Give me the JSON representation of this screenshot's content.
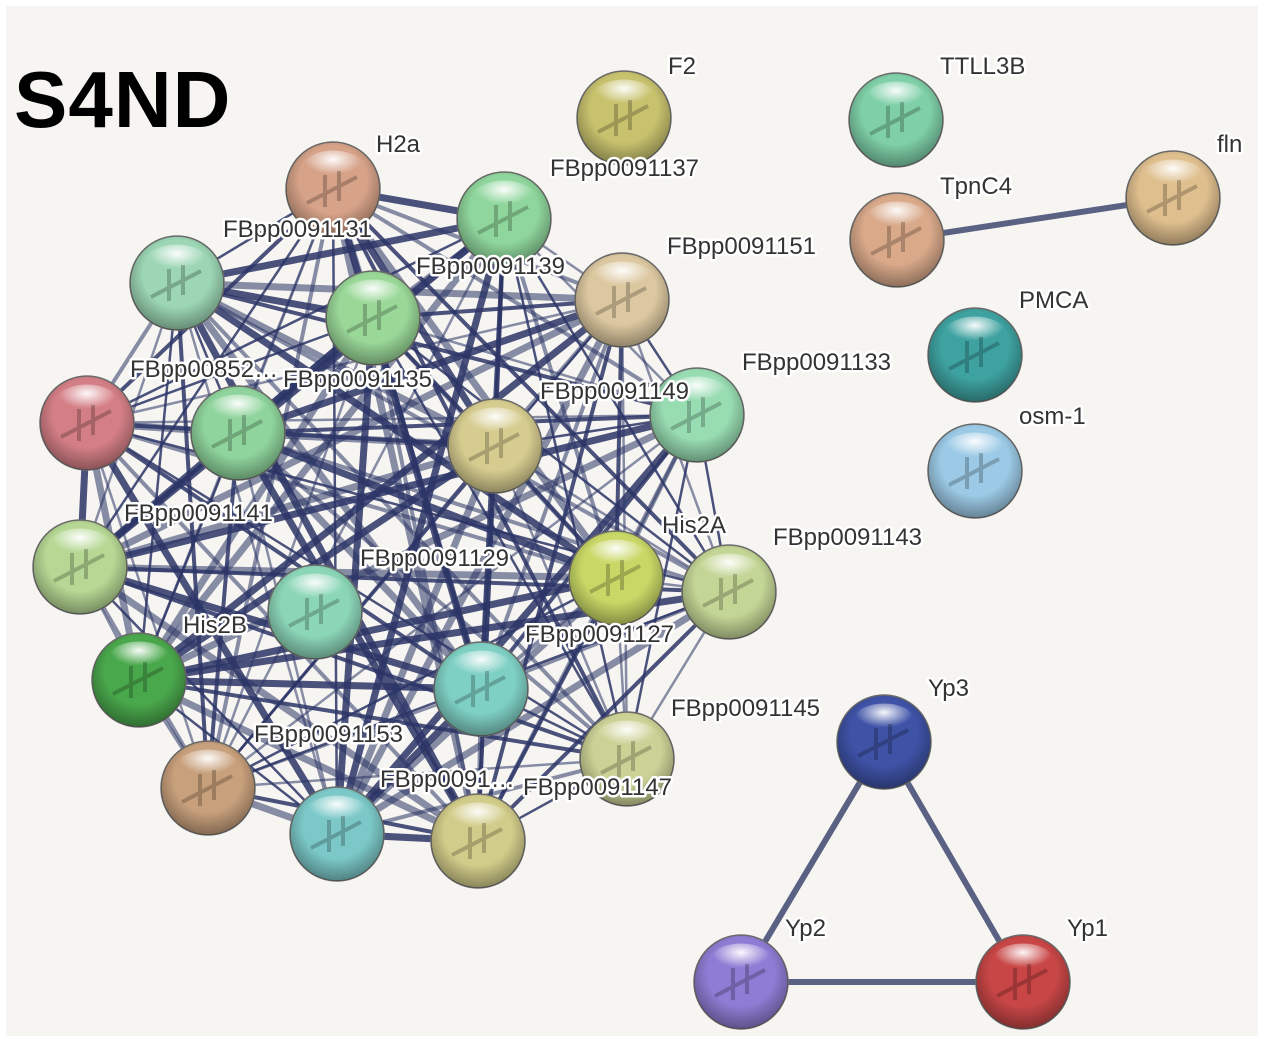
{
  "figure": {
    "panel_label": "S4ND"
  },
  "network": {
    "nodes": [
      {
        "id": "F2",
        "label": "F2",
        "color": "#c8c26e"
      },
      {
        "id": "FBpp0091137",
        "label": "FBpp0091137",
        "color": "#c8c26e"
      },
      {
        "id": "TTLL3B",
        "label": "TTLL3B",
        "color": "#7fd0a8"
      },
      {
        "id": "fln",
        "label": "fln",
        "color": "#dfbf8e"
      },
      {
        "id": "TpnC4",
        "label": "TpnC4",
        "color": "#d9a98a"
      },
      {
        "id": "FBpp0091151",
        "label": "FBpp0091151",
        "color": "#d9a98a"
      },
      {
        "id": "PMCA",
        "label": "PMCA",
        "color": "#3ea2a0"
      },
      {
        "id": "FBpp0091133",
        "label": "FBpp0091133",
        "color": "#3ea2a0"
      },
      {
        "id": "osm-1",
        "label": "osm-1",
        "color": "#9ccae6"
      },
      {
        "id": "FBpp0091143",
        "label": "FBpp0091143",
        "color": "#9ccae6"
      },
      {
        "id": "H2a",
        "label": "H2a",
        "color": "#d6a288"
      },
      {
        "id": "FBpp0091131",
        "label": "FBpp0091131",
        "color": "#9cd6b4"
      },
      {
        "id": "FBpp0091139",
        "label": "FBpp0091139",
        "color": "#8fd69c"
      },
      {
        "id": "n_tan_tr",
        "label": "",
        "color": "#dcc8a0"
      },
      {
        "id": "FBpp0085261",
        "label": "FBpp00852…",
        "color": "#9ad8b6"
      },
      {
        "id": "FBpp0091135",
        "label": "FBpp0091135",
        "color": "#9ad898"
      },
      {
        "id": "n_pink",
        "label": "",
        "color": "#d47f86"
      },
      {
        "id": "n_green_mid",
        "label": "",
        "color": "#8fd49c"
      },
      {
        "id": "n_center_tan",
        "label": "",
        "color": "#d6cc90"
      },
      {
        "id": "FBpp0091149",
        "label": "FBpp0091149",
        "color": "#98dcb2"
      },
      {
        "id": "FBpp0091141",
        "label": "FBpp0091141",
        "color": "#b6d894"
      },
      {
        "id": "FBpp0091129",
        "label": "FBpp0091129",
        "color": "#8cd6b8"
      },
      {
        "id": "His2A",
        "label": "His2A",
        "color": "#c8d866"
      },
      {
        "id": "FBpp0091127",
        "label": "FBpp0091127",
        "color": "#c4d696"
      },
      {
        "id": "His2B",
        "label": "His2B",
        "color": "#4aa84c"
      },
      {
        "id": "n_teal_mid",
        "label": "",
        "color": "#7fd0c4"
      },
      {
        "id": "FBpp0091153",
        "label": "FBpp0091153",
        "color": "#c8a07c"
      },
      {
        "id": "FBpp00911xx",
        "label": "FBpp0091…",
        "color": "#7cc8c8"
      },
      {
        "id": "n_bottom_tan",
        "label": "",
        "color": "#d2cc8a"
      },
      {
        "id": "FBpp0091147",
        "label": "FBpp0091147",
        "color": "#ccd296"
      },
      {
        "id": "FBpp0091145",
        "label": "FBpp0091145",
        "color": "#ccd296"
      },
      {
        "id": "Yp3",
        "label": "Yp3",
        "color": "#3e52a6"
      },
      {
        "id": "Yp2",
        "label": "Yp2",
        "color": "#8f7cd4"
      },
      {
        "id": "Yp1",
        "label": "Yp1",
        "color": "#c84646"
      }
    ],
    "edges": [
      [
        "TpnC4",
        "fln"
      ],
      [
        "Yp3",
        "Yp2"
      ],
      [
        "Yp3",
        "Yp1"
      ],
      [
        "Yp2",
        "Yp1"
      ]
    ],
    "cluster": [
      "H2a",
      "FBpp0091139",
      "n_tan_tr",
      "FBpp0091131",
      "FBpp0091135",
      "n_pink",
      "n_green_mid",
      "n_center_tan",
      "FBpp0091149",
      "FBpp0091141",
      "His2A",
      "FBpp0091127",
      "His2B",
      "n_teal_mid",
      "FBpp0091153",
      "FBpp00911xx",
      "n_bottom_tan",
      "FBpp0091147"
    ],
    "edge_color": "#2c3566",
    "line_color": "#5b6183"
  }
}
